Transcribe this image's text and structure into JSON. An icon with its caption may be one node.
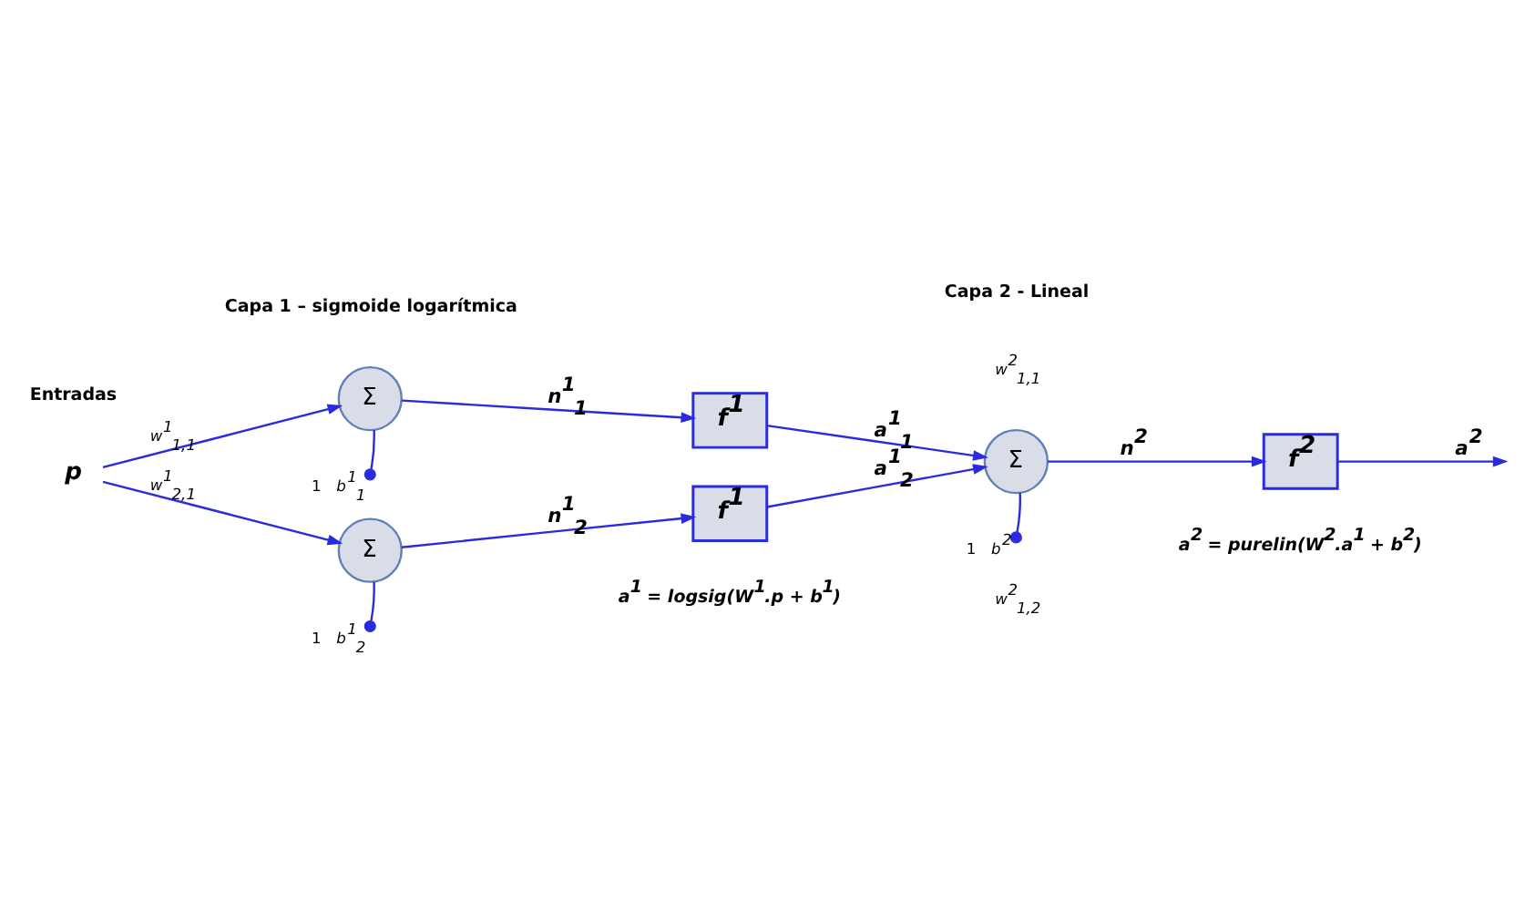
{
  "diagram": {
    "nodes": [
      {
        "text": [
          "p"
        ]
      },
      {
        "text": [
          "Σ"
        ]
      },
      {
        "text": [
          "f$^{1}$"
        ]
      },
      {
        "text": [
          "Σ"
        ]
      },
      {
        "text": [
          "f$^{1}$"
        ]
      },
      {
        "text": [
          "Σ"
        ]
      },
      {
        "text": [
          "f$^{2}$"
        ]
      },
      {
        "text": [],
        "shape": "circle",
        "beside": [
          "1",
          "b$^{1}$$_{1}$"
        ]
      },
      {
        "text": [],
        "shape": "circle",
        "beside": [
          "1",
          "b$^{1}$$_{2}$"
        ]
      },
      {
        "text": [],
        "shape": "circle",
        "beside": [
          "1",
          "b$^{2}$"
        ]
      }
    ],
    "edges": [
      {
        "from": 0,
        "to": 1,
        "arrow": "to",
        "label": "w$^{1}$$_{1,1}$"
      },
      {
        "from": 0,
        "to": 3,
        "arrow": "to",
        "label": "w$^{1}$$_{2,1}$"
      },
      {
        "from": 1,
        "to": 2,
        "arrow": "to",
        "label": "n$^{1}$$_{1}$"
      },
      {
        "from": 7,
        "to": 1,
        "arrow": "none"
      },
      {
        "from": 2,
        "to": 5,
        "arrow": "to",
        "label": "a$^{1}$$_{1}$"
      },
      {
        "from": 3,
        "to": 4,
        "arrow": "to",
        "label": "n$^{1}$$_{2}$"
      },
      {
        "from": 8,
        "to": 3,
        "arrow": "none"
      },
      {
        "from": 4,
        "to": 5,
        "arrow": "to",
        "label": "a$^{1}$$_{2}$"
      },
      {
        "from": 5,
        "to": 6,
        "arrow": "to",
        "label": "n$^{2}$"
      },
      {
        "from": 9,
        "to": 5,
        "arrow": "none"
      },
      {
        "from": 6,
        "to": null,
        "arrow": "to",
        "label": "a$^{2}$"
      }
    ],
    "labels": [
      "Entradas",
      "Capa 1 – sigmoide logarítmica",
      "Capa 2 - Lineal",
      "w$^{2}$$_{1,1}$",
      "w$^{2}$$_{1,2}$",
      "a$^{1}$ = logsig(W$^{1}$.p + b$^{1}$)",
      "a$^{2}$ = purelin(W$^{2}$.a$^{1}$ + b$^{2}$)"
    ]
  }
}
